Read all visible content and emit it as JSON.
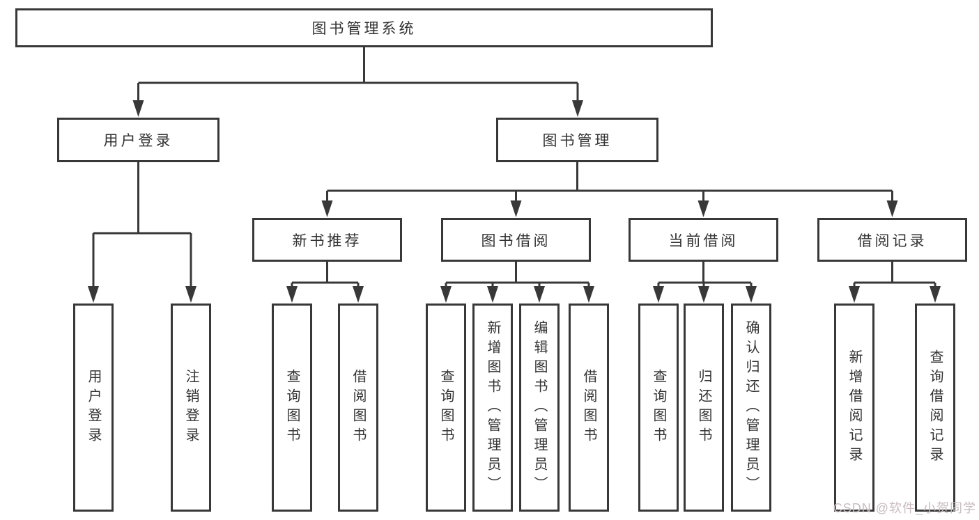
{
  "colors": {
    "line": "#383838",
    "text": "#333333",
    "background": "#ffffff",
    "box_bg": "#ffffff",
    "watermark": "#c9bcc1"
  },
  "nodes": {
    "root": {
      "label": "图书管理系统"
    },
    "level2": [
      {
        "label": "用户登录"
      },
      {
        "label": "图书管理"
      }
    ],
    "level3": [
      {
        "label": "新书推荐"
      },
      {
        "label": "图书借阅"
      },
      {
        "label": "当前借阅"
      },
      {
        "label": "借阅记录"
      }
    ],
    "leaves": {
      "user_login": [
        "用户登录",
        "注销登录"
      ],
      "new_books": [
        "查询图书",
        "借阅图书"
      ],
      "book_borrow": [
        "查询图书",
        "新增图书（管理员）",
        "编辑图书（管理员）",
        "借阅图书"
      ],
      "current_borrow": [
        "查询图书",
        "归还图书",
        "确认归还（管理员）"
      ],
      "borrow_records": [
        "新增借阅记录",
        "查询借阅记录"
      ]
    }
  },
  "watermark": {
    "text": "CSDN @软件_小贺同学"
  }
}
